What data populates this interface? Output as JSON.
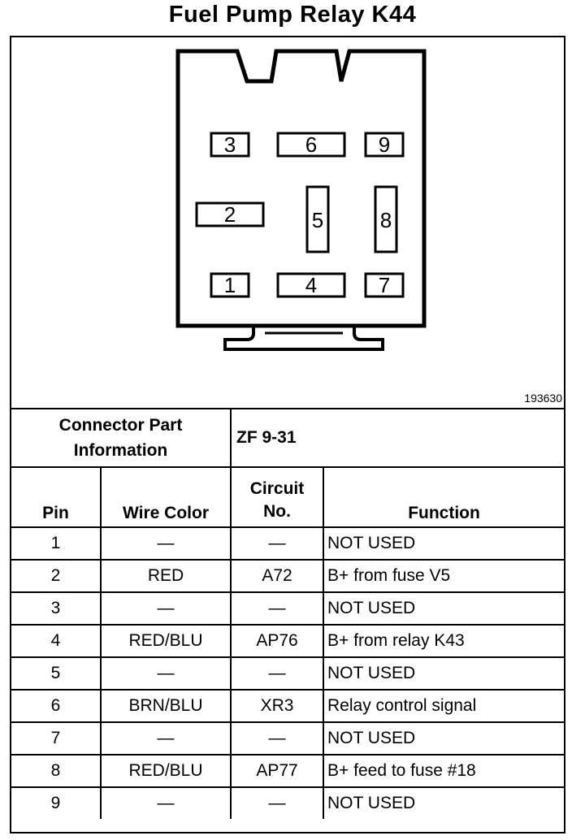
{
  "title": "Fuel Pump Relay K44",
  "figure_number": "193630",
  "connector_pins": [
    "1",
    "2",
    "3",
    "4",
    "5",
    "6",
    "7",
    "8",
    "9"
  ],
  "connector_info": {
    "label": "Connector Part Information",
    "value": "ZF 9-31"
  },
  "table": {
    "headers": {
      "pin": "Pin",
      "wire_color": "Wire Color",
      "circuit_no": "Circuit No.",
      "function": "Function"
    },
    "rows": [
      {
        "pin": "1",
        "wire_color": "—",
        "circuit_no": "—",
        "function": "NOT USED"
      },
      {
        "pin": "2",
        "wire_color": "RED",
        "circuit_no": "A72",
        "function": "B+ from fuse V5"
      },
      {
        "pin": "3",
        "wire_color": "—",
        "circuit_no": "—",
        "function": "NOT USED"
      },
      {
        "pin": "4",
        "wire_color": "RED/BLU",
        "circuit_no": "AP76",
        "function": "B+ from relay K43"
      },
      {
        "pin": "5",
        "wire_color": "—",
        "circuit_no": "—",
        "function": "NOT USED"
      },
      {
        "pin": "6",
        "wire_color": "BRN/BLU",
        "circuit_no": "XR3",
        "function": "Relay control signal"
      },
      {
        "pin": "7",
        "wire_color": "—",
        "circuit_no": "—",
        "function": "NOT USED"
      },
      {
        "pin": "8",
        "wire_color": "RED/BLU",
        "circuit_no": "AP77",
        "function": "B+ feed to fuse #18"
      },
      {
        "pin": "9",
        "wire_color": "—",
        "circuit_no": "—",
        "function": "NOT USED"
      }
    ]
  }
}
